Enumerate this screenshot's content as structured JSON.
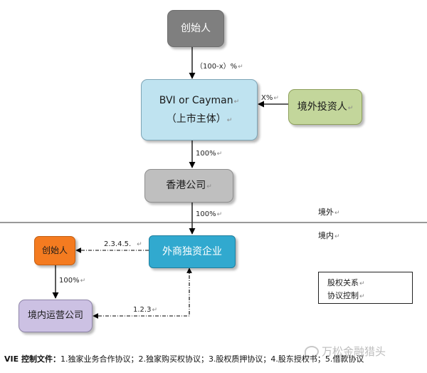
{
  "nodes": {
    "founder_top": "创始人",
    "bvi_line1": "BVI or Cayman",
    "bvi_line2": "（上市主体）",
    "foreign_investor": "境外投资人",
    "hk_company": "香港公司",
    "wfoe": "外商独资企业",
    "founder_domestic": "创始人",
    "domestic_company": "境内运营公司"
  },
  "edge_labels": {
    "founder_to_bvi": "（100-x）%",
    "investor_to_bvi": "X%",
    "bvi_to_hk": "100%",
    "hk_to_wfoe": "100%",
    "wfoe_to_founder": "2.3.4.5.",
    "founder_to_company": "100%",
    "wfoe_to_company": "1.2.3"
  },
  "region_labels": {
    "offshore": "境外",
    "onshore": "境内"
  },
  "legend": {
    "equity": "股权关系",
    "agreement": "协议控制"
  },
  "footer": {
    "prefix": "VIE 控制文件：",
    "text": "1.独家业务合作协议；2.独家购买权协议；3.股权质押协议；4.股东授权书；5.借款协议"
  },
  "watermark": "万松金融猎头",
  "mark": "↵",
  "colors": {
    "founder_top": "#7f7f7f",
    "bvi": "#bfe3f0",
    "investor": "#c3d69b",
    "hk": "#bfbfbf",
    "wfoe": "#31a9cf",
    "founder_domestic": "#f47b20",
    "domestic_company": "#ccc1e3"
  }
}
